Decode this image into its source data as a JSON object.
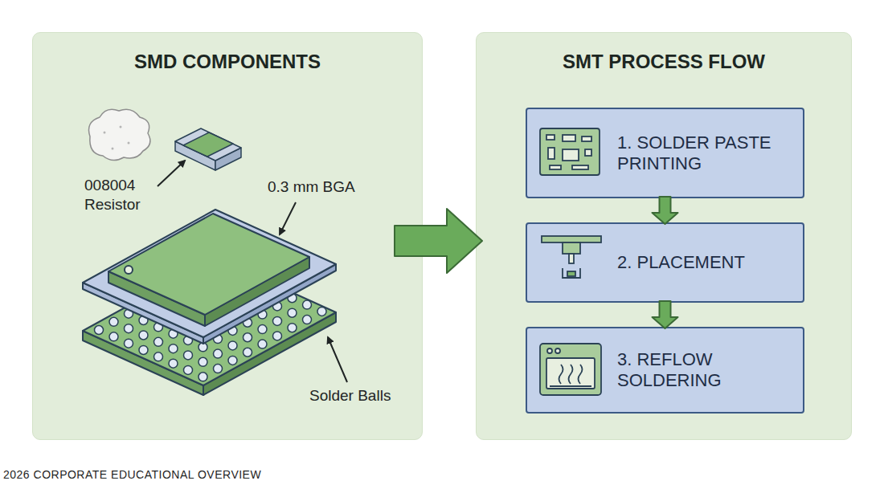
{
  "diagram": {
    "nodes": [
      {
        "text": [
          "SMD COMPONENTS"
        ]
      },
      {
        "text": [
          "SMT PROCESS FLOW"
        ]
      },
      {
        "text": [
          "1. SOLDER PASTE PRINTING"
        ],
        "in": 1
      },
      {
        "text": [
          "2. PLACEMENT"
        ],
        "in": 1
      },
      {
        "text": [
          "3. REFLOW SOLDERING"
        ],
        "in": 1
      }
    ],
    "edges": [
      {
        "from": 0,
        "to": 1,
        "arrow": "to"
      },
      {
        "from": 2,
        "to": 3,
        "arrow": "to"
      },
      {
        "from": 3,
        "to": 4,
        "arrow": "to"
      }
    ],
    "labels": [
      "008004 Resistor",
      "0.3 mm BGA",
      "Solder Balls",
      "2026 CORPORATE EDUCATIONAL OVERVIEW"
    ]
  }
}
